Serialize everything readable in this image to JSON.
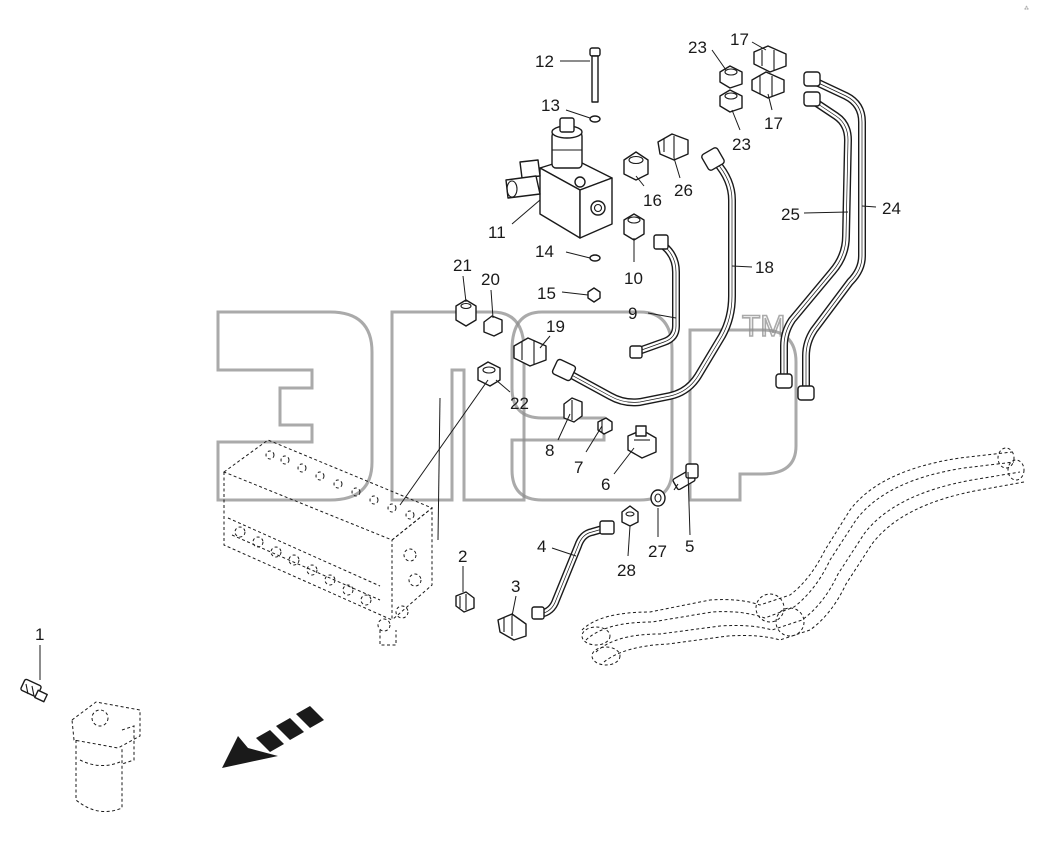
{
  "diagram": {
    "callouts": {
      "c1": "1",
      "c2": "2",
      "c3": "3",
      "c4": "4",
      "c5": "5",
      "c6": "6",
      "c7": "7",
      "c8": "8",
      "c9": "9",
      "c10": "10",
      "c11": "11",
      "c12": "12",
      "c13": "13",
      "c14": "14",
      "c15": "15",
      "c16": "16",
      "c17a": "17",
      "c17b": "17",
      "c18": "18",
      "c19": "19",
      "c20": "20",
      "c21": "21",
      "c22": "22",
      "c23a": "23",
      "c23b": "23",
      "c24": "24",
      "c25": "25",
      "c26": "26",
      "c27": "27",
      "c28": "28"
    },
    "watermark": {
      "trademark": "TM"
    },
    "direction_arrow": "forward-direction-arrow-icon"
  }
}
